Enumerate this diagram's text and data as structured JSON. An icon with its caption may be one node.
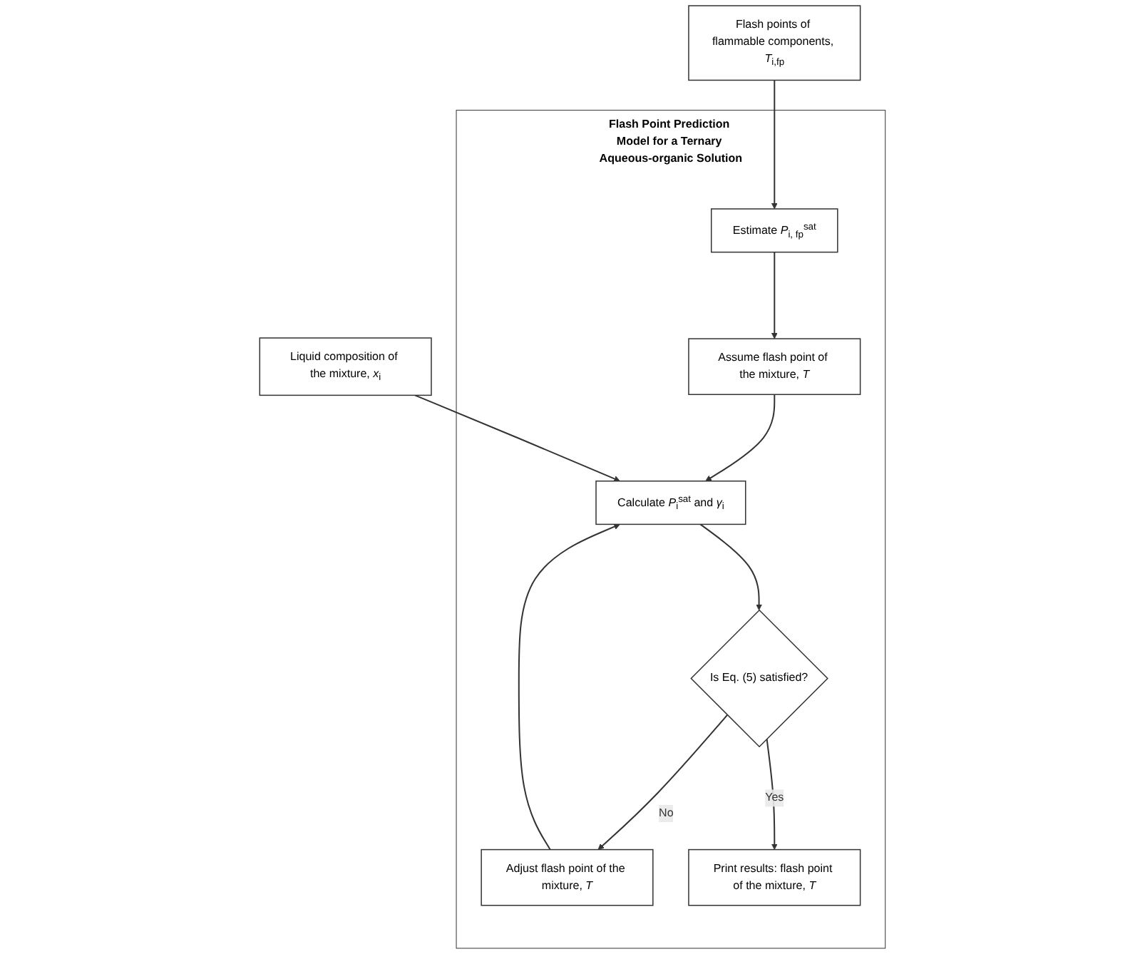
{
  "diagram": {
    "nodes": [
      {
        "text": [
          "Flash Point Prediction Model for a Ternary Aqueous-organic Solution"
        ]
      },
      {
        "text": [
          "Flash points of flammable components, *T*$_{i,fp}$"
        ]
      },
      {
        "text": [
          "Estimate *P*$_{i, fp}$$^{sat}$"
        ],
        "in": 0
      },
      {
        "text": [
          "Assume flash point of the mixture, *T*"
        ],
        "in": 0
      },
      {
        "text": [
          "Liquid composition of the mixture, *x*$_{i}$"
        ]
      },
      {
        "text": [
          "Calculate *P*$_{i}$$^{sat}$ and *γ*$_{i}$"
        ],
        "in": 0
      },
      {
        "text": [
          "Is Eq. (5) satisfied?"
        ],
        "in": 0
      },
      {
        "text": [
          "Adjust flash point of the mixture, *T*"
        ],
        "in": 0
      },
      {
        "text": [
          "Print results: flash point of the mixture, *T*"
        ],
        "in": 0
      }
    ],
    "edges": [
      {
        "from": 1,
        "to": 2,
        "arrow": "to"
      },
      {
        "from": 2,
        "to": 3,
        "arrow": "to"
      },
      {
        "from": 3,
        "to": 5,
        "arrow": "to"
      },
      {
        "from": 4,
        "to": 5,
        "arrow": "to"
      },
      {
        "from": 5,
        "to": 6,
        "arrow": "to"
      },
      {
        "from": 6,
        "to": 7,
        "arrow": "to",
        "label": "No"
      },
      {
        "from": 7,
        "to": 5,
        "arrow": "to"
      },
      {
        "from": 6,
        "to": 8,
        "arrow": "to",
        "label": "Yes"
      }
    ]
  }
}
